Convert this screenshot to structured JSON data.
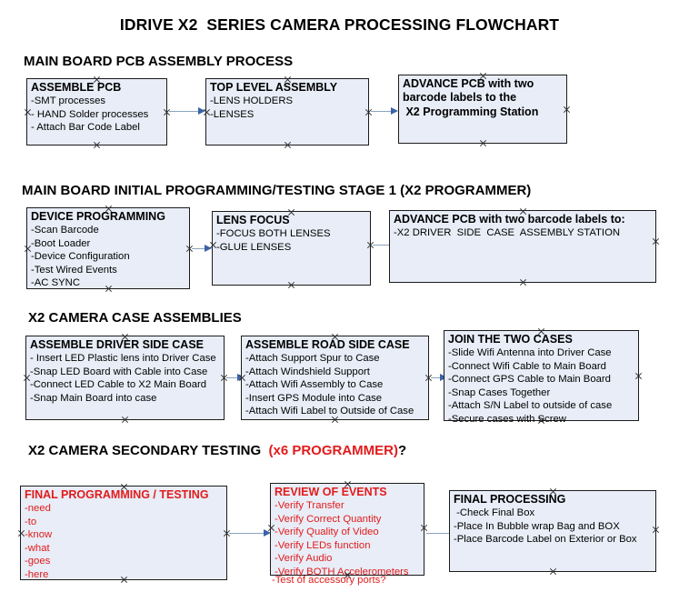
{
  "document": {
    "title": "IDRIVE X2  SERIES CAMERA PROCESSING FLOWCHART"
  },
  "colors": {
    "node_fill": "#e8edf7",
    "node_border": "#1b1b1b",
    "arrow_shaft": "#8aa4c0",
    "arrow_head": "#3a63a8",
    "text": "#000000",
    "accent_red": "#e21b1b"
  },
  "sections": [
    {
      "id": "main-board-pcb-assembly",
      "heading": "MAIN BOARD PCB ASSEMBLY PROCESS",
      "heading_red": "",
      "heading_tail": "",
      "nodes": [
        {
          "id": "assemble-pcb",
          "title": "ASSEMBLE PCB",
          "lines": [
            "-SMT processes",
            "- HAND Solder processes",
            "- Attach Bar Code Label"
          ]
        },
        {
          "id": "top-level-assembly",
          "title": "TOP LEVEL ASSEMBLY",
          "lines": [
            "-LENS HOLDERS",
            "-LENSES"
          ]
        },
        {
          "id": "advance-pcb-to-x2-programming-station",
          "title": "ADVANCE PCB with two",
          "lines": [
            "barcode labels to the",
            " X2 Programming Station"
          ],
          "lines_bold": true
        }
      ]
    },
    {
      "id": "main-board-initial-programming",
      "heading": "MAIN BOARD INITIAL PROGRAMMING/TESTING STAGE 1 (X2 PROGRAMMER)",
      "heading_red": "",
      "heading_tail": "",
      "nodes": [
        {
          "id": "device-programming",
          "title": "DEVICE PROGRAMMING",
          "lines": [
            "-Scan Barcode",
            "-Boot Loader",
            "-Device Configuration",
            "-Test Wired Events",
            "-AC SYNC"
          ]
        },
        {
          "id": "lens-focus",
          "title": "LENS FOCUS",
          "lines": [
            "-FOCUS BOTH LENSES",
            "-GLUE LENSES"
          ]
        },
        {
          "id": "advance-pcb-to-driver-side-case-station",
          "title": "ADVANCE PCB with two barcode labels to:",
          "lines": [
            "-X2 DRIVER  SIDE  CASE  ASSEMBLY STATION"
          ]
        }
      ]
    },
    {
      "id": "x2-camera-case-assemblies",
      "heading": "X2 CAMERA CASE ASSEMBLIES",
      "heading_red": "",
      "heading_tail": "",
      "nodes": [
        {
          "id": "assemble-driver-side-case",
          "title": "ASSEMBLE DRIVER SIDE CASE",
          "lines": [
            "- Insert LED Plastic lens into Driver Case",
            "-Snap LED Board with Cable into Case",
            "-Connect LED Cable to X2 Main Board",
            "-Snap Main Board into case"
          ]
        },
        {
          "id": "assemble-road-side-case",
          "title": "ASSEMBLE ROAD SIDE CASE",
          "lines": [
            "-Attach Support Spur to Case",
            "-Attach Windshield Support",
            "-Attach Wifi Assembly to Case",
            "-Insert GPS Module into Case",
            "-Attach Wifi Label to Outside of Case"
          ]
        },
        {
          "id": "join-the-two-cases",
          "title": "JOIN THE TWO CASES",
          "lines": [
            "-Slide Wifi Antenna into Driver Case",
            "-Connect Wifi Cable to Main Board",
            "-Connect GPS Cable to Main Board",
            "-Snap Cases Together",
            "-Attach S/N Label to outside of case",
            "-Secure cases with Screw"
          ]
        }
      ]
    },
    {
      "id": "x2-camera-secondary-testing",
      "heading": "X2 CAMERA SECONDARY TESTING ",
      "heading_red": " (x6 PROGRAMMER)",
      "heading_tail": "?",
      "nodes": [
        {
          "id": "final-programming-testing",
          "title": "FINAL PROGRAMMING / TESTING",
          "red": true,
          "lines": [
            "-need",
            "-to",
            "-know",
            "-what",
            "-goes",
            "-here"
          ]
        },
        {
          "id": "review-of-events",
          "title": "REVIEW OF EVENTS",
          "red": true,
          "lines": [
            "-Verify Transfer",
            "-Verify Correct Quantity",
            "-Verify Quality of Video",
            "-Verify LEDs function",
            "-Verify Audio",
            "-Verify BOTH Accelerometers"
          ],
          "overflow_line": "-Test of accessory ports?"
        },
        {
          "id": "final-processing",
          "title": "FINAL PROCESSING",
          "lines": [
            " -Check Final Box",
            "-Place In Bubble wrap Bag and BOX",
            "-Place Barcode Label on Exterior or Box"
          ]
        }
      ]
    }
  ]
}
